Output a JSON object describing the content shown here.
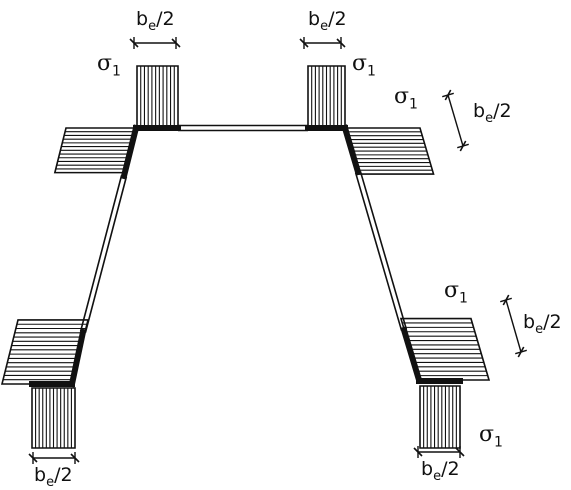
{
  "labels": {
    "sigma": "σ",
    "sigma_sub": "1",
    "b": "b",
    "b_sub": "e",
    "b_tail": "/2"
  },
  "colors": {
    "ink": "#111111",
    "background": "#ffffff"
  }
}
